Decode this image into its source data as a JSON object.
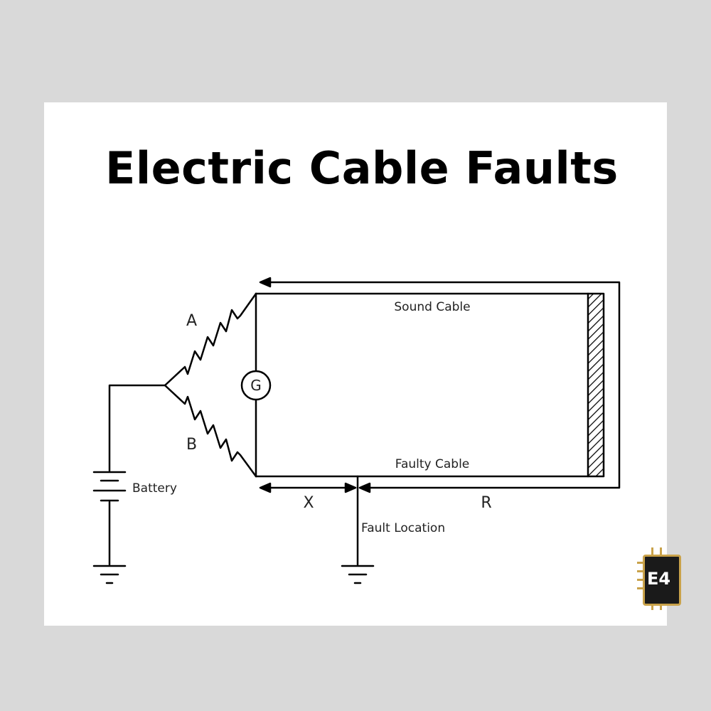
{
  "title": "Electric Cable Faults",
  "labels": {
    "resistor_a": "A",
    "resistor_b": "B",
    "galvanometer": "G",
    "sound_cable": "Sound Cable",
    "faulty_cable": "Faulty Cable",
    "battery": "Battery",
    "distance_x": "X",
    "distance_r": "R",
    "fault_location": "Fault Location"
  },
  "logo": {
    "text": "E4",
    "accent": "#c9a24a"
  },
  "colors": {
    "line": "#000000",
    "background": "#d9d9d9",
    "card": "#ffffff"
  }
}
